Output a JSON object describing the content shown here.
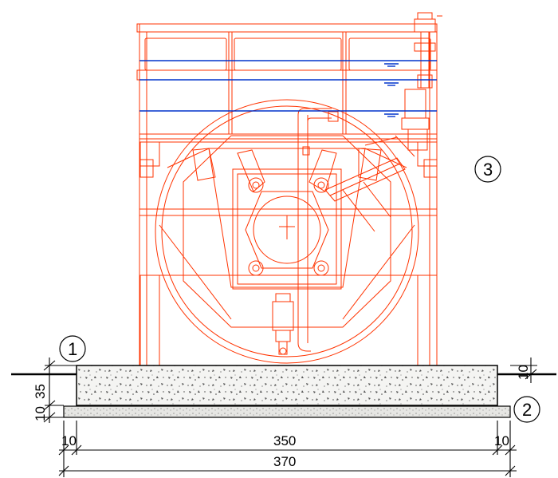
{
  "callouts": {
    "one": "1",
    "two": "2",
    "three": "3"
  },
  "dimensions": {
    "slab_thickness": "35",
    "lean_layer_thickness": "10",
    "right_offset": "10",
    "left_overhang": "10",
    "slab_width": "350",
    "right_overhang": "10",
    "total_width": "370"
  },
  "colors": {
    "equipment": "#ff3300",
    "water_level": "#0033cc",
    "lines": "#000000",
    "concrete_fill": "#f0f0ee"
  }
}
